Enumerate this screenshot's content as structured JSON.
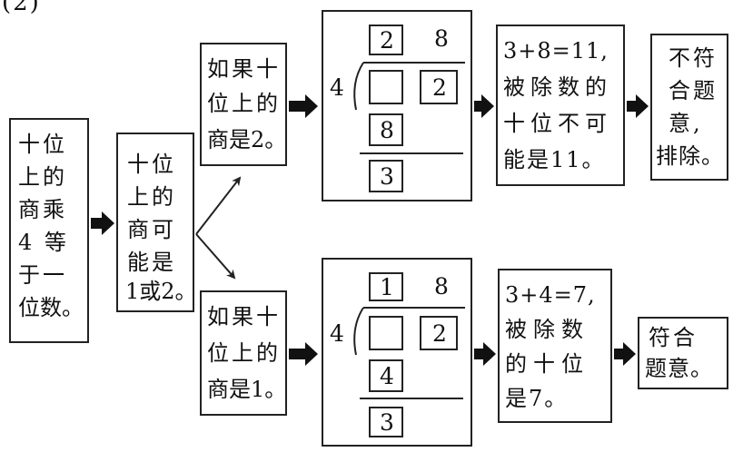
{
  "corner_label": "(2)",
  "start": {
    "box1_lines": [
      "十位",
      "上的",
      "商乘",
      "4 等",
      "于一",
      "位数。"
    ],
    "box2_lines": [
      "十位",
      "上的",
      "商可",
      "能是",
      "1或2。"
    ]
  },
  "top_branch": {
    "cond_lines": [
      "如果十",
      "位上的",
      "商是2。"
    ],
    "division": {
      "divisor": "4",
      "quotient_tens": "2",
      "quotient_ones": "8",
      "dividend_tens": "",
      "dividend_ones": "2",
      "product": "8",
      "remainder": "3"
    },
    "result_lines": [
      "3+8=11,",
      "被除数的",
      "十位不可",
      "能是11。"
    ],
    "verdict_lines": [
      "不符",
      "合题",
      "意,",
      "排除。"
    ]
  },
  "bottom_branch": {
    "cond_lines": [
      "如果十",
      "位上的",
      "商是1。"
    ],
    "division": {
      "divisor": "4",
      "quotient_tens": "1",
      "quotient_ones": "8",
      "dividend_tens": "",
      "dividend_ones": "2",
      "product": "4",
      "remainder": "3"
    },
    "result_lines": [
      "3+4=7,",
      "被除数",
      "的十位",
      "是7。"
    ],
    "verdict_lines": [
      "符合",
      "题意。"
    ]
  }
}
